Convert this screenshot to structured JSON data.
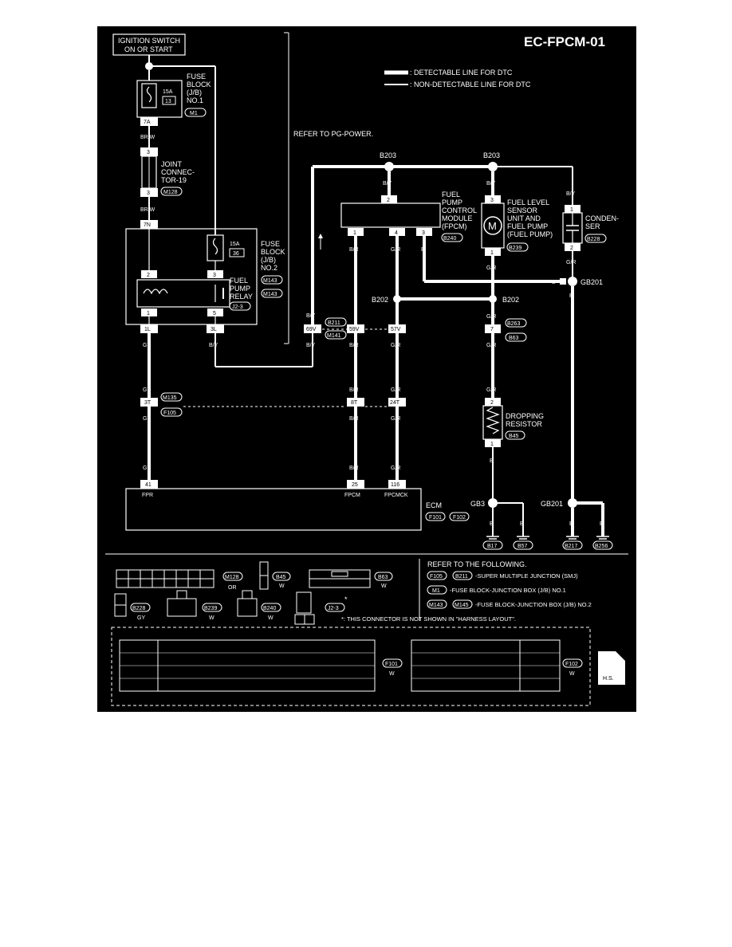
{
  "diagram_id": "EC-FPCM-01",
  "legend": {
    "detectable": ": DETECTABLE LINE FOR DTC",
    "non_detectable": ": NON-DETECTABLE LINE FOR DTC"
  },
  "ignition": {
    "line1": "IGNITION SWITCH",
    "line2": "ON OR START"
  },
  "refer_power": "REFER TO PG-POWER.",
  "fuse_block1": {
    "l1": "FUSE",
    "l2": "BLOCK",
    "l3": "(J/B)",
    "l4": "NO.1",
    "amp": "15A",
    "fuse_no": "13",
    "conn": "M1",
    "pin": "7A"
  },
  "joint": {
    "l1": "JOINT",
    "l2": "CONNEC-",
    "l3": "TOR-19",
    "pin_top": "3",
    "pin_bot": "3",
    "conn": "M128"
  },
  "fuse_block2": {
    "l1": "FUSE",
    "l2": "BLOCK",
    "l3": "(J/B)",
    "l4": "NO.2",
    "amp": "15A",
    "fuse_no": "36",
    "pin_in": "7N",
    "pin_1l": "1L",
    "pin_3l": "3L"
  },
  "relay": {
    "l1": "FUEL",
    "l2": "PUMP",
    "l3": "RELAY",
    "conn1": "M143",
    "conn2": "M143",
    "conn3": "J2-3",
    "p2": "2",
    "p3": "3",
    "p1": "1",
    "p5": "5"
  },
  "fpcm": {
    "l1": "FUEL",
    "l2": "PUMP",
    "l3": "CONTROL",
    "l4": "MODULE",
    "l5": "(FPCM)",
    "conn": "B240",
    "p2": "2",
    "p1": "1",
    "p4": "4",
    "p3": "3"
  },
  "fuel_pump": {
    "l1": "FUEL LEVEL",
    "l2": "SENSOR",
    "l3": "UNIT AND",
    "l4": "FUEL PUMP",
    "l5": "(FUEL PUMP)",
    "conn": "B239",
    "p3": "3",
    "p1": "1",
    "symbol": "M"
  },
  "condenser": {
    "l1": "CONDEN-",
    "l2": "SER",
    "conn": "B228",
    "p1": "1",
    "p2": "2"
  },
  "resistor": {
    "l1": "DROPPING",
    "l2": "RESISTOR",
    "conn": "B45",
    "p2": "2",
    "p1": "1"
  },
  "ecm": {
    "label": "ECM",
    "conn1": "F101",
    "conn2": "F102",
    "p41": "41",
    "p25": "25",
    "p116": "116",
    "fpr": "FPR",
    "fpcm": "FPCM",
    "fpcmck": "FPCMCK"
  },
  "junctions": {
    "b203a": "B203",
    "b203b": "B203",
    "b202a": "B202",
    "b202b": "B202",
    "gb201a": "GB201",
    "gb201b": "GB201",
    "gb3": "GB3"
  },
  "grounds": {
    "b17": "B17",
    "b57": "B57",
    "b217": "B217",
    "b256": "B256"
  },
  "wires": {
    "brw1": "BR/W",
    "brw2": "BR/W",
    "by": "B/Y",
    "br": "B/R",
    "gr": "G/R",
    "gy": "GY",
    "b": "B"
  },
  "inline": {
    "c69v": "69V",
    "c59v": "59V",
    "c57v": "57V",
    "b211": "B211",
    "m141": "M141",
    "c7": "7",
    "b263": "B263",
    "b63": "B63",
    "c3t": "3T",
    "c8t": "8T",
    "c24t": "24T",
    "m135": "M135",
    "f105": "F105"
  },
  "refer_box": {
    "title": "REFER TO THE FOLLOWING.",
    "r1_a": "F105",
    "r1_b": "B211",
    "r1_text": "-SUPER MULTIPLE JUNCTION (SMJ)",
    "r2_a": "M1",
    "r2_text": "-FUSE BLOCK-JUNCTION BOX (J/B) NO.1",
    "r3_a": "M143",
    "r3_b": "M145",
    "r3_text": "-FUSE BLOCK-JUNCTION BOX (J/B) NO.2",
    "note": "*: THIS CONNECTOR IS NOT SHOWN IN \"HARNESS LAYOUT\"."
  },
  "connectors": {
    "m128": "M128",
    "or": "OR",
    "b45": "B45",
    "w": "W",
    "gy": "GY",
    "b63": "B63",
    "b228": "B228",
    "b239": "B239",
    "b240": "B240",
    "j23": "J2-3",
    "star": "*",
    "f101": "F101",
    "f102": "F102",
    "hs": "H.S."
  }
}
